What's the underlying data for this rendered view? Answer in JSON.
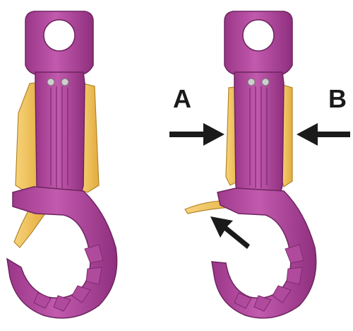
{
  "labels": {
    "a": "A",
    "b": "B"
  },
  "colors": {
    "hook_body": "#b5479e",
    "hook_dark": "#7d2a6c",
    "hook_light": "#d27fc3",
    "latch": "#f5c65c",
    "latch_dark": "#c9962b",
    "pin": "#c9c9c9",
    "arrow": "#1a1a1a"
  },
  "figures": [
    {
      "name": "hook-closed",
      "state": "latch closed"
    },
    {
      "name": "hook-open",
      "state": "latch open"
    }
  ],
  "arrows": [
    {
      "name": "arrow-a",
      "label": "A",
      "direction": "right"
    },
    {
      "name": "arrow-b",
      "label": "B",
      "direction": "left"
    },
    {
      "name": "arrow-latch",
      "label": "",
      "direction": "up-left"
    }
  ]
}
